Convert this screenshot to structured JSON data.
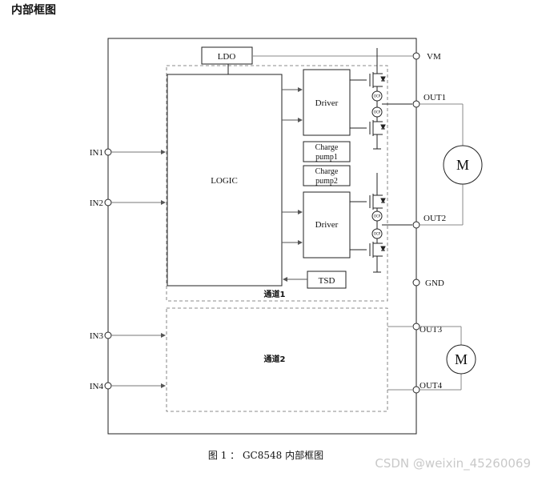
{
  "heading": "内部框图",
  "blocks": {
    "ldo": "LDO",
    "logic": "LOGIC",
    "driver1": "Driver",
    "driver2": "Driver",
    "charge_pump1": [
      "Charge",
      "pump1"
    ],
    "charge_pump2": [
      "Charge",
      "pump2"
    ],
    "tsd": "TSD",
    "channel1": "通道1",
    "channel2": "通道2",
    "ocp": "OCP",
    "motor": "M"
  },
  "pins": {
    "vm": "VM",
    "out1": "OUT1",
    "out2": "OUT2",
    "gnd": "GND",
    "out3": "OUT3",
    "out4": "OUT4",
    "in1": "IN1",
    "in2": "IN2",
    "in3": "IN3",
    "in4": "IN4"
  },
  "caption": "图 1 ：  GC8548 内部框图",
  "watermark": "CSDN @weixin_45260069"
}
